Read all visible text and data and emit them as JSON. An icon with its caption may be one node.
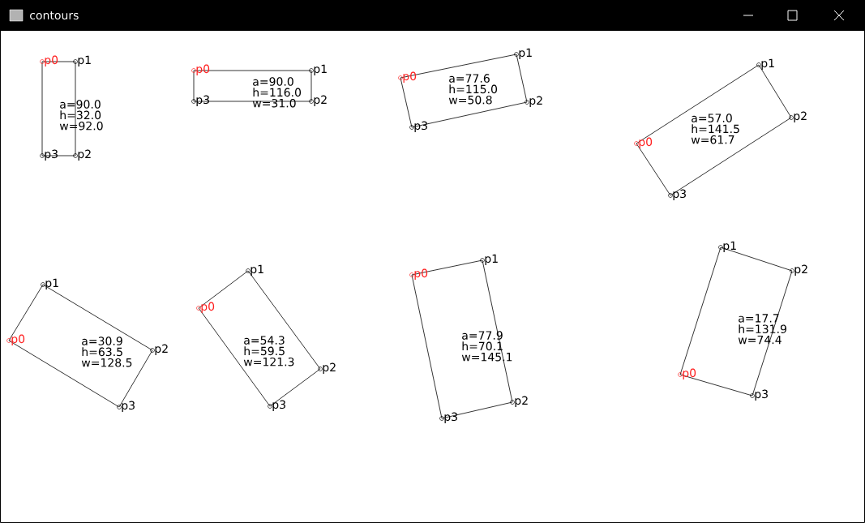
{
  "diagram": {
    "title": "contours",
    "nodes": [
      {
        "text": [
          "a=90.0",
          "h=32.0",
          "w=92.0"
        ]
      },
      {
        "text": [
          "a=90.0",
          "h=116.0",
          "w=31.0"
        ]
      },
      {
        "text": [
          "a=77.6",
          "h=115.0",
          "w=50.8"
        ]
      },
      {
        "text": [
          "a=57.0",
          "h=141.5",
          "w=61.7"
        ]
      },
      {
        "text": [
          "a=30.9",
          "h=63.5",
          "w=128.5"
        ]
      },
      {
        "text": [
          "a=54.3",
          "h=59.5",
          "w=121.3"
        ]
      },
      {
        "text": [
          "a=77.9",
          "h=70.1",
          "w=145.1"
        ]
      },
      {
        "text": [
          "a=17.7",
          "h=131.9",
          "w=74.4"
        ]
      }
    ],
    "labels": [
      "p0",
      "p1",
      "p3",
      "p2",
      "p0",
      "p1",
      "p3",
      "p2",
      "p1",
      "p0",
      "p2",
      "p3",
      "p1",
      "p2",
      "p0",
      "p3",
      "p1",
      "p0",
      "p2",
      "p3",
      "p1",
      "p0",
      "p2",
      "p3",
      "p1",
      "p0",
      "p2",
      "p3",
      "p1",
      "p2",
      "p0",
      "p3"
    ]
  }
}
